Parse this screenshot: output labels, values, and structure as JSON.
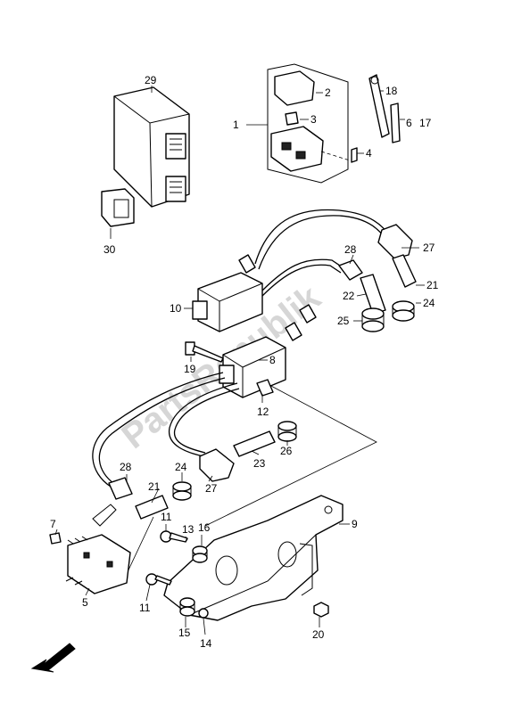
{
  "watermark": "PartsRepublik",
  "callouts": {
    "c1": "1",
    "c2": "2",
    "c3": "3",
    "c4": "4",
    "c5": "5",
    "c6": "6",
    "c7": "7",
    "c8": "8",
    "c9": "9",
    "c10": "10",
    "c11a": "11",
    "c11b": "11",
    "c12": "12",
    "c13": "13",
    "c14": "14",
    "c15": "15",
    "c16": "16",
    "c17": "17",
    "c18": "18",
    "c19": "19",
    "c20": "20",
    "c21a": "21",
    "c21b": "21",
    "c22": "22",
    "c23": "23",
    "c24a": "24",
    "c24b": "24",
    "c25": "25",
    "c26": "26",
    "c27a": "27",
    "c27b": "27",
    "c28a": "28",
    "c28b": "28",
    "c29": "29",
    "c30": "30"
  },
  "icons": {
    "orientation": "front-arrow-icon"
  }
}
